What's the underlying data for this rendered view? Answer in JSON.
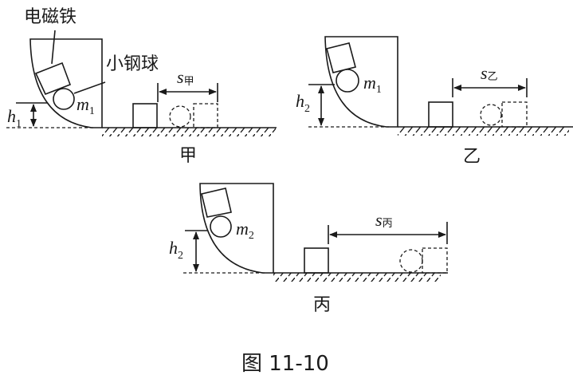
{
  "figure_caption": "图 11-10",
  "labels": {
    "electromagnet": "电磁铁",
    "steel_ball": "小钢球"
  },
  "panels": [
    {
      "name": "甲",
      "height_symbol": "h",
      "height_sub": "1",
      "mass_symbol": "m",
      "mass_sub": "1",
      "distance_symbol": "s",
      "distance_sub": "甲"
    },
    {
      "name": "乙",
      "height_symbol": "h",
      "height_sub": "2",
      "mass_symbol": "m",
      "mass_sub": "1",
      "distance_symbol": "s",
      "distance_sub": "乙"
    },
    {
      "name": "丙",
      "height_symbol": "h",
      "height_sub": "2",
      "mass_symbol": "m",
      "mass_sub": "2",
      "distance_symbol": "s",
      "distance_sub": "丙"
    }
  ]
}
